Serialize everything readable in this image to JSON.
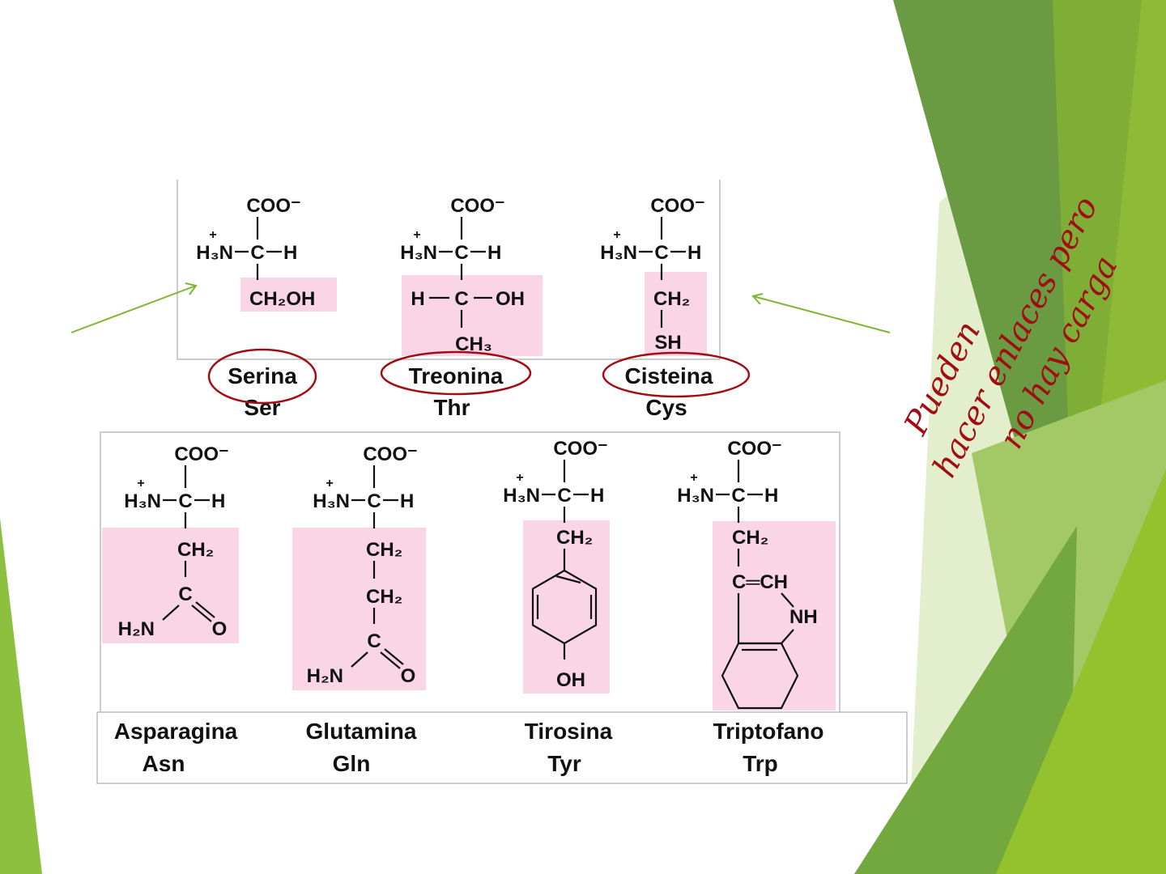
{
  "slide": {
    "theme_colors": {
      "dark_green": "#6a9a42",
      "bright_green": "#8dbb35",
      "pale_green": "#e3efcc",
      "pink_highlight": "#f9d5e5",
      "annotation_red": "#a10d12"
    },
    "annotation_lines": [
      "Pueden",
      "hacer enlaces pero",
      "no hay carga"
    ],
    "common": {
      "coo": "COO⁻",
      "amine": "H₃N",
      "plus": "+",
      "alpha_c": "C",
      "h": "H"
    },
    "amino_acids": [
      {
        "id": "ser",
        "name": "Serina",
        "abbr": "Ser",
        "circled": true,
        "side": [
          "CH₂OH"
        ]
      },
      {
        "id": "thr",
        "name": "Treonina",
        "abbr": "Thr",
        "circled": true,
        "side": [
          "H",
          "C",
          "OH",
          "CH₃"
        ]
      },
      {
        "id": "cys",
        "name": "Cisteina",
        "abbr": "Cys",
        "circled": true,
        "side": [
          "CH₂",
          "SH"
        ]
      },
      {
        "id": "asn",
        "name": "Asparagina",
        "abbr": "Asn",
        "circled": false,
        "side": [
          "CH₂",
          "C",
          "H₂N",
          "O"
        ]
      },
      {
        "id": "gln",
        "name": "Glutamina",
        "abbr": "Gln",
        "circled": false,
        "side": [
          "CH₂",
          "CH₂",
          "C",
          "H₂N",
          "O"
        ]
      },
      {
        "id": "tyr",
        "name": "Tirosina",
        "abbr": "Tyr",
        "circled": false,
        "side": [
          "CH₂",
          "OH"
        ]
      },
      {
        "id": "trp",
        "name": "Triptofano",
        "abbr": "Trp",
        "circled": false,
        "side": [
          "CH₂",
          "C═CH",
          "NH"
        ]
      }
    ]
  }
}
